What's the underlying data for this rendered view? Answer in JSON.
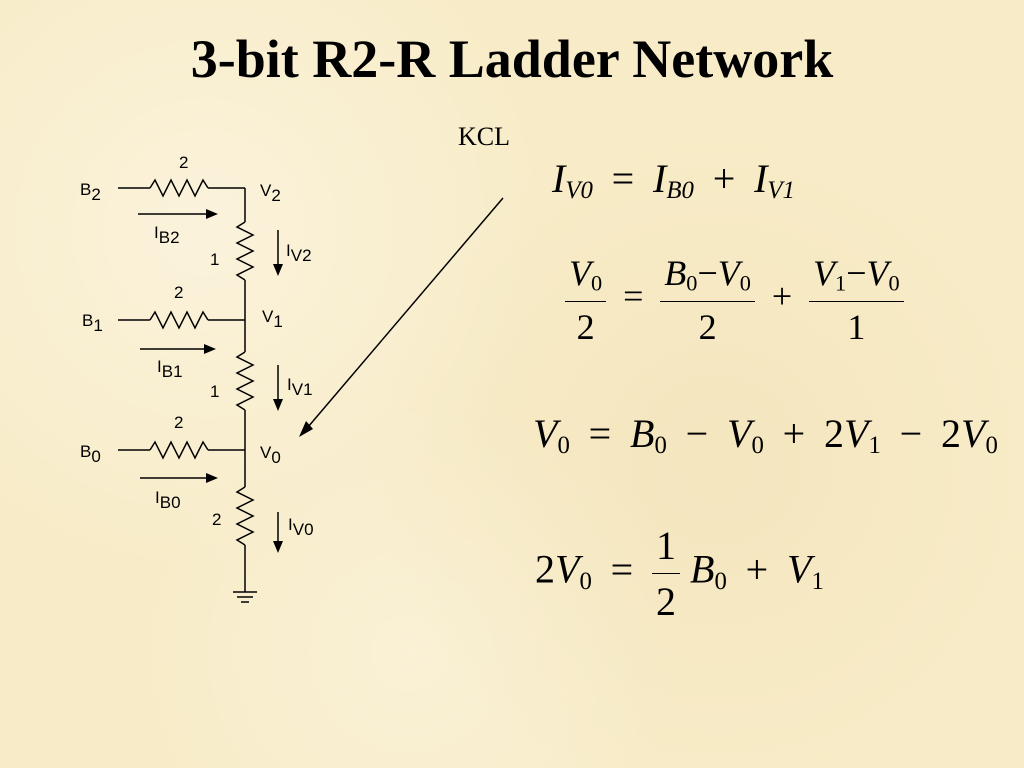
{
  "title": "3-bit R2-R Ladder Network",
  "kcl_label": "KCL",
  "circuit": {
    "inputs": [
      {
        "base": "B",
        "sub": "2"
      },
      {
        "base": "B",
        "sub": "1"
      },
      {
        "base": "B",
        "sub": "0"
      }
    ],
    "nodes": [
      {
        "base": "V",
        "sub": "2"
      },
      {
        "base": "V",
        "sub": "1"
      },
      {
        "base": "V",
        "sub": "0"
      }
    ],
    "input_resistor_values": [
      "2",
      "2",
      "2"
    ],
    "series_resistor_values": [
      "1",
      "1",
      "2"
    ],
    "input_currents": [
      {
        "base": "I",
        "sub": "B2"
      },
      {
        "base": "I",
        "sub": "B1"
      },
      {
        "base": "I",
        "sub": "B0"
      }
    ],
    "node_currents": [
      {
        "base": "I",
        "sub": "V2"
      },
      {
        "base": "I",
        "sub": "V1"
      },
      {
        "base": "I",
        "sub": "V0"
      }
    ]
  },
  "equations": {
    "eq1": {
      "lhs": "I",
      "lhs_sub": "V0",
      "t1": "I",
      "t1_sub": "B0",
      "t2": "I",
      "t2_sub": "V1",
      "eq": "=",
      "plus": "+"
    },
    "eq2": {
      "lhs_num": "V",
      "lhs_num_sub": "0",
      "lhs_den": "2",
      "f2_num_a": "B",
      "f2_num_a_sub": "0",
      "f2_minus": "−",
      "f2_num_b": "V",
      "f2_num_b_sub": "0",
      "f2_den": "2",
      "f3_num_a": "V",
      "f3_num_a_sub": "1",
      "f3_minus": "−",
      "f3_num_b": "V",
      "f3_num_b_sub": "0",
      "f3_den": "1",
      "eq": "=",
      "plus": "+"
    },
    "eq3": {
      "a": "V",
      "a_sub": "0",
      "eq": "=",
      "b": "B",
      "b_sub": "0",
      "minus1": "−",
      "c": "V",
      "c_sub": "0",
      "plus": "+",
      "d_coef": "2",
      "d": "V",
      "d_sub": "1",
      "minus2": "−",
      "e_coef": "2",
      "e": "V",
      "e_sub": "0"
    },
    "eq4": {
      "a_coef": "2",
      "a": "V",
      "a_sub": "0",
      "eq": "=",
      "frac_num": "1",
      "frac_den": "2",
      "b": "B",
      "b_sub": "0",
      "plus": "+",
      "c": "V",
      "c_sub": "1"
    }
  }
}
